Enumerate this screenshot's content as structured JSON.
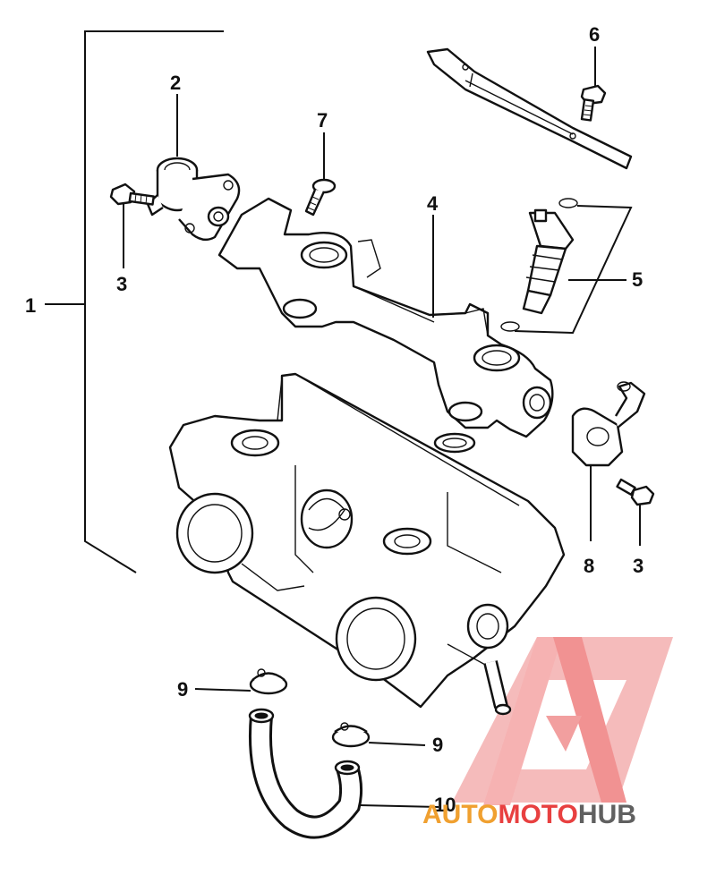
{
  "callouts": [
    "1",
    "2",
    "3",
    "4",
    "5",
    "6",
    "7",
    "3",
    "8",
    "9",
    "9",
    "10"
  ],
  "watermark": {
    "part1": "AUTO",
    "part2": "MOTO",
    "part3": "HUB",
    "color_orange": "#f0a030",
    "color_red": "#e84040",
    "color_grey": "#606060"
  }
}
